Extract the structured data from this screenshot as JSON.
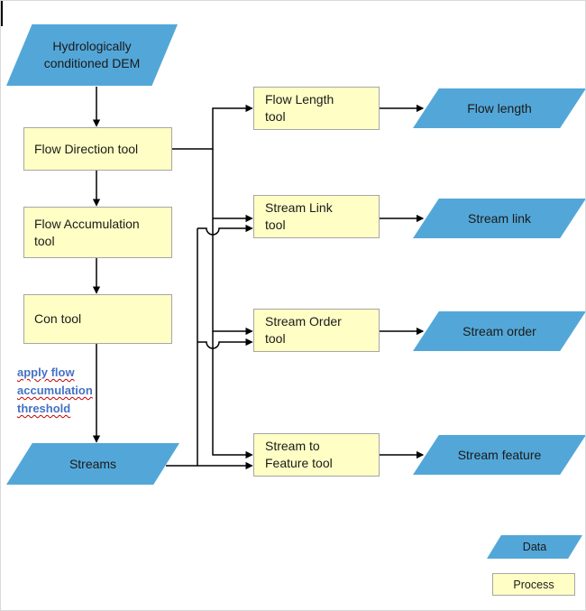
{
  "diagram": {
    "nodes": {
      "dem": {
        "label": "Hydrologically conditioned DEM",
        "type": "data"
      },
      "flow_direction_tool": {
        "label": "Flow Direction tool",
        "type": "process"
      },
      "flow_accumulation_tool": {
        "label": "Flow Accumulation tool",
        "type": "process"
      },
      "con_tool": {
        "label": "Con tool",
        "type": "process"
      },
      "streams": {
        "label": "Streams",
        "type": "data"
      },
      "flow_length_tool": {
        "label": "Flow Length tool",
        "type": "process"
      },
      "stream_link_tool": {
        "label": "Stream Link tool",
        "type": "process"
      },
      "stream_order_tool": {
        "label": "Stream Order tool",
        "type": "process"
      },
      "stream_to_feature_tool": {
        "label": "Stream to Feature tool",
        "type": "process"
      },
      "flow_length": {
        "label": "Flow length",
        "type": "data"
      },
      "stream_link": {
        "label": "Stream link",
        "type": "data"
      },
      "stream_order": {
        "label": "Stream order",
        "type": "data"
      },
      "stream_feature": {
        "label": "Stream feature",
        "type": "data"
      }
    },
    "annotation": "apply flow accumulation threshold",
    "edges": [
      {
        "from": "Hydrologically conditioned DEM",
        "to": "Flow Direction tool"
      },
      {
        "from": "Flow Direction tool",
        "to": "Flow Accumulation tool"
      },
      {
        "from": "Flow Accumulation tool",
        "to": "Con tool"
      },
      {
        "from": "Con tool",
        "to": "Streams",
        "note": "apply flow accumulation threshold"
      },
      {
        "from": "Flow Direction tool",
        "to": "Flow Length tool"
      },
      {
        "from": "Flow Direction tool",
        "to": "Stream Link tool"
      },
      {
        "from": "Flow Direction tool",
        "to": "Stream Order tool"
      },
      {
        "from": "Flow Direction tool",
        "to": "Stream to Feature tool"
      },
      {
        "from": "Streams",
        "to": "Stream Link tool"
      },
      {
        "from": "Streams",
        "to": "Stream Order tool"
      },
      {
        "from": "Streams",
        "to": "Stream to Feature tool"
      },
      {
        "from": "Flow Length tool",
        "to": "Flow length"
      },
      {
        "from": "Stream Link tool",
        "to": "Stream link"
      },
      {
        "from": "Stream Order tool",
        "to": "Stream order"
      },
      {
        "from": "Stream to Feature tool",
        "to": "Stream feature"
      }
    ],
    "legend": {
      "data_label": "Data",
      "process_label": "Process"
    },
    "colors": {
      "data_fill": "#53a7d8",
      "process_fill": "#ffffc5",
      "process_border": "#a6a6a6",
      "connector": "#000000",
      "annotation_text": "#4472c4",
      "annotation_underline": "#c00000"
    }
  }
}
